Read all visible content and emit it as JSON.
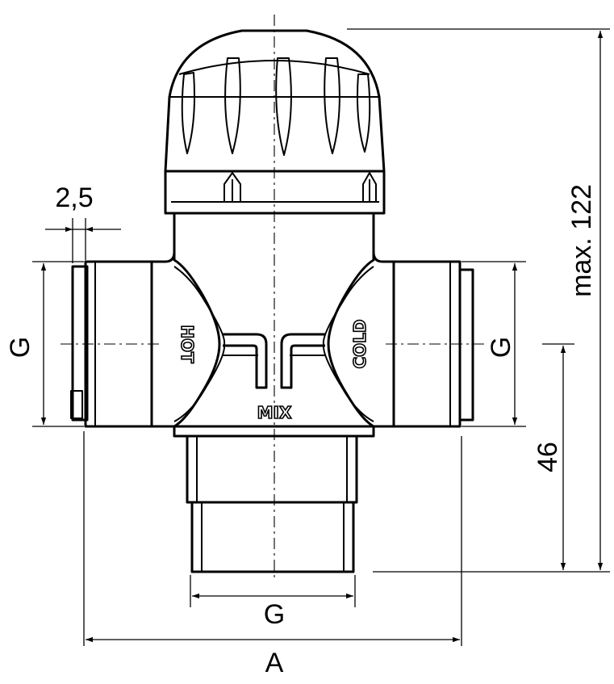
{
  "diagram": {
    "labels": {
      "hot": "HOT",
      "cold": "COLD",
      "mix": "MIX"
    },
    "dimensions": {
      "wall": "2,5",
      "g_left": "G",
      "g_right": "G",
      "g_bottom": "G",
      "a": "A",
      "height_max": "max. 122",
      "outlet_height": "46"
    }
  }
}
